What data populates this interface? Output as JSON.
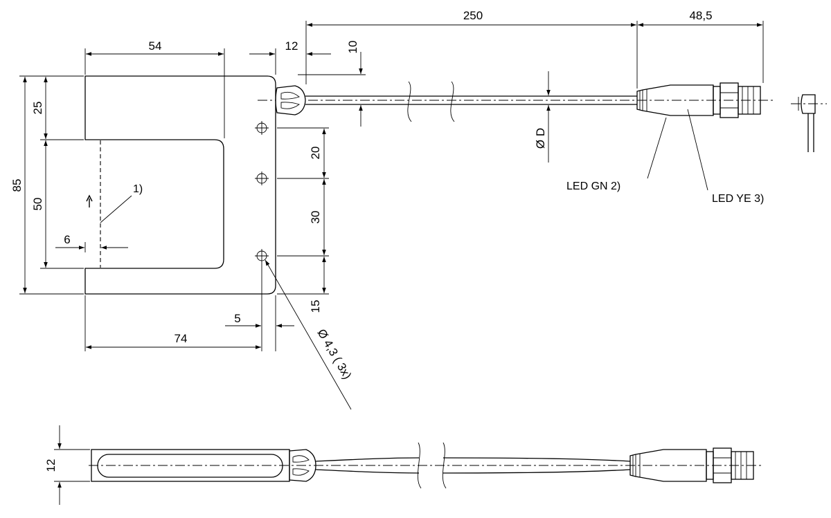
{
  "dimensions": {
    "cable_length": "250",
    "connector_length": "48,5",
    "housing_top_width": "54",
    "cable_offset_h": "12",
    "cable_offset_v": "10",
    "upper_arm": "25",
    "total_height": "85",
    "slot_height": "50",
    "slot_depth_offset": "6",
    "hole_spacing_1": "20",
    "hole_spacing_2": "30",
    "hole_bottom_offset": "15",
    "hole_edge_offset": "5",
    "housing_width": "74",
    "thickness": "12"
  },
  "labels": {
    "cable_diameter": "Ø D",
    "hole_spec": "Ø 4,3 ( 3x)",
    "note_1": "1)",
    "led_green": "LED GN 2)",
    "led_yellow": "LED YE 3)"
  }
}
